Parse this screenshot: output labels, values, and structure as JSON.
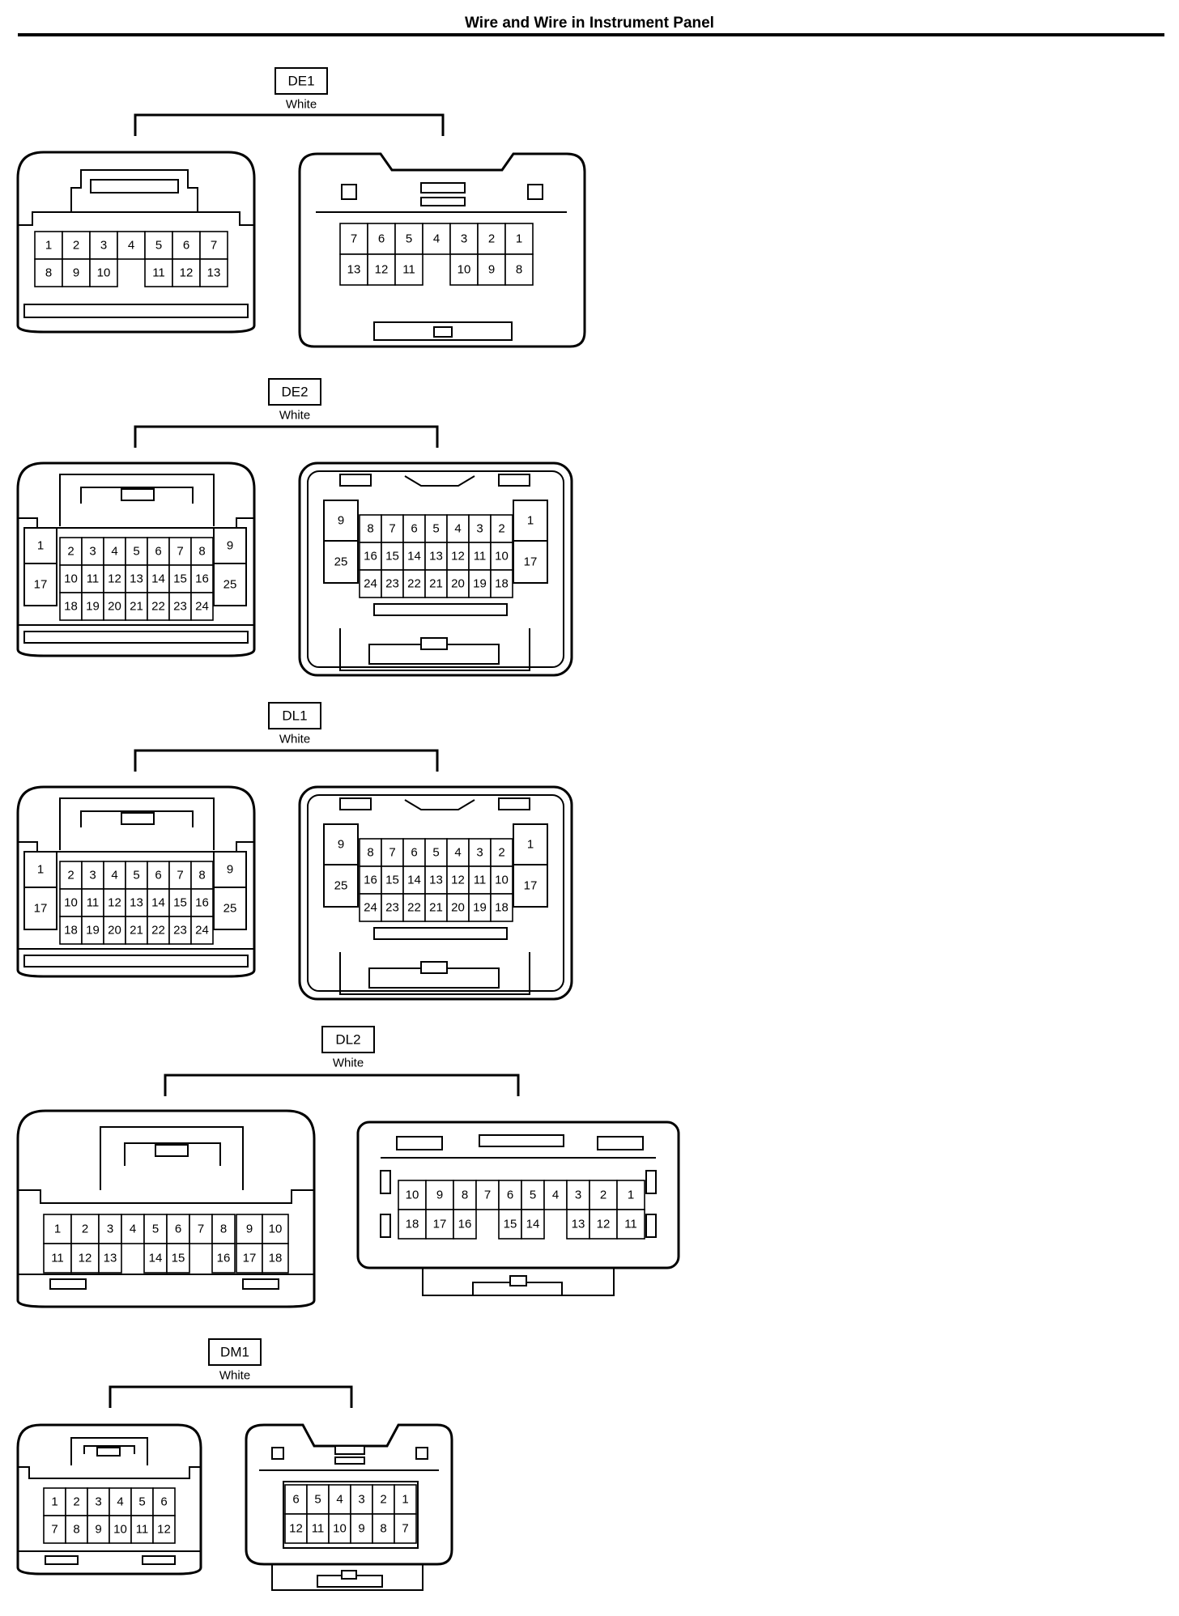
{
  "page_title": "Wire and Wire in Instrument Panel",
  "colors": {
    "line": "#000000",
    "background": "#ffffff",
    "fill": "#ffffff"
  },
  "connectors": [
    {
      "code": "DE1",
      "color": "White",
      "left_rows": [
        [
          "1",
          "2",
          "3",
          "4",
          "5",
          "6",
          "7"
        ],
        [
          "8",
          "9",
          "10",
          "",
          "11",
          "12",
          "13"
        ]
      ],
      "right_rows": [
        [
          "7",
          "6",
          "5",
          "4",
          "3",
          "2",
          "1"
        ],
        [
          "13",
          "12",
          "11",
          "",
          "10",
          "9",
          "8"
        ]
      ]
    },
    {
      "code": "DE2",
      "color": "White",
      "left_rows": [
        [
          "1",
          "2",
          "3",
          "4",
          "5",
          "6",
          "7",
          "8",
          "9"
        ],
        [
          "17",
          "10",
          "11",
          "12",
          "13",
          "14",
          "15",
          "16",
          "25"
        ],
        [
          "18",
          "19",
          "20",
          "21",
          "22",
          "23",
          "24"
        ]
      ],
      "right_rows": [
        [
          "9",
          "8",
          "7",
          "6",
          "5",
          "4",
          "3",
          "2",
          "1"
        ],
        [
          "25",
          "16",
          "15",
          "14",
          "13",
          "12",
          "11",
          "10",
          "17"
        ],
        [
          "24",
          "23",
          "22",
          "21",
          "20",
          "19",
          "18"
        ]
      ]
    },
    {
      "code": "DL1",
      "color": "White",
      "left_rows": [
        [
          "1",
          "2",
          "3",
          "4",
          "5",
          "6",
          "7",
          "8",
          "9"
        ],
        [
          "17",
          "10",
          "11",
          "12",
          "13",
          "14",
          "15",
          "16",
          "25"
        ],
        [
          "18",
          "19",
          "20",
          "21",
          "22",
          "23",
          "24"
        ]
      ],
      "right_rows": [
        [
          "9",
          "8",
          "7",
          "6",
          "5",
          "4",
          "3",
          "2",
          "1"
        ],
        [
          "25",
          "16",
          "15",
          "14",
          "13",
          "12",
          "11",
          "10",
          "17"
        ],
        [
          "24",
          "23",
          "22",
          "21",
          "20",
          "19",
          "18"
        ]
      ]
    },
    {
      "code": "DL2",
      "color": "White",
      "left_rows": [
        [
          "1",
          "2",
          "3",
          "4",
          "5",
          "6",
          "7",
          "8",
          "9",
          "10"
        ],
        [
          "11",
          "12",
          "13",
          "14",
          "15",
          "16",
          "17",
          "18"
        ]
      ],
      "right_rows": [
        [
          "10",
          "9",
          "8",
          "7",
          "6",
          "5",
          "4",
          "3",
          "2",
          "1"
        ],
        [
          "18",
          "17",
          "16",
          "15",
          "14",
          "13",
          "12",
          "11"
        ]
      ]
    },
    {
      "code": "DM1",
      "color": "White",
      "left_rows": [
        [
          "1",
          "2",
          "3",
          "4",
          "5",
          "6"
        ],
        [
          "7",
          "8",
          "9",
          "10",
          "11",
          "12"
        ]
      ],
      "right_rows": [
        [
          "6",
          "5",
          "4",
          "3",
          "2",
          "1"
        ],
        [
          "12",
          "11",
          "10",
          "9",
          "8",
          "7"
        ]
      ]
    }
  ]
}
